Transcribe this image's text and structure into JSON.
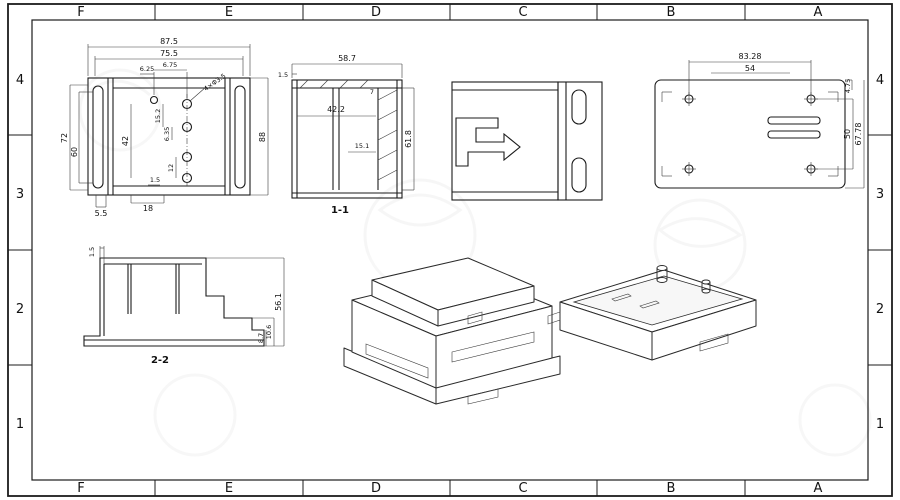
{
  "page": {
    "background": "#ffffff",
    "line_color": "#1b1b1b"
  },
  "grid": {
    "cols": [
      "F",
      "E",
      "D",
      "C",
      "B",
      "A"
    ],
    "rows": [
      "4",
      "3",
      "2",
      "1"
    ]
  },
  "views": {
    "front": {
      "dims": {
        "overall_width": "87.5",
        "inner_width": "75.5",
        "hole_offset_a": "6.75",
        "hole_offset_b": "6.25",
        "holes_note": "4×Φ3.5",
        "height_outer_left": "72",
        "height_inner_left": "60",
        "height_right": "88",
        "mid_span": "42",
        "hole_pitch_a": "15.2",
        "hole_dia": "6.35",
        "hole_pitch_b": "12",
        "rib": "1.5",
        "bottom_a": "18",
        "bottom_b": "5.5"
      }
    },
    "section_1_1": {
      "label": "1-1",
      "dims": {
        "width": "58.7",
        "wall": "1.5",
        "lip": "7",
        "inner_width": "42.2",
        "slot": "15.1",
        "depth": "61.8"
      }
    },
    "top": {
      "dims": {
        "hole_span": "83.28",
        "inner_span": "54",
        "edge": "4.75",
        "hole_span_v": "50",
        "depth": "67.78"
      }
    },
    "section_2_2": {
      "label": "2-2",
      "dims": {
        "wall": "1.5",
        "height": "56.1",
        "step_a": "8.7",
        "step_b": "10.6"
      }
    }
  }
}
